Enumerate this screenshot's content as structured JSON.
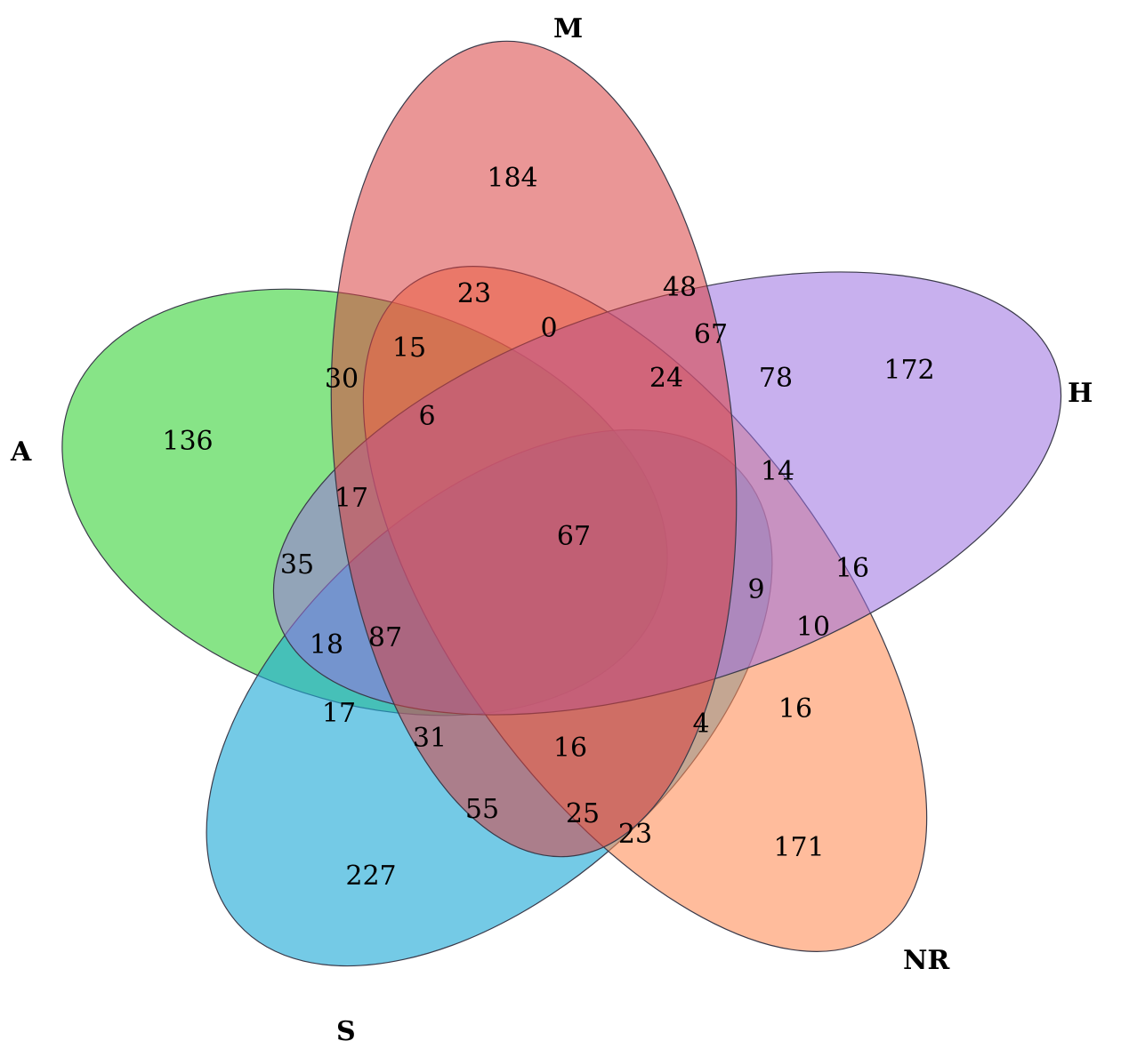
{
  "diagram": {
    "sets": [
      {
        "id": "M",
        "label": "M",
        "color": "#d94040"
      },
      {
        "id": "H",
        "label": "H",
        "color": "#9b70e0"
      },
      {
        "id": "NR",
        "label": "NR",
        "color": "#ff8c55"
      },
      {
        "id": "S",
        "label": "S",
        "color": "#1eaad6"
      },
      {
        "id": "A",
        "label": "A",
        "color": "#3ed43e"
      }
    ],
    "region_counts": {
      "M_only": "184",
      "H_only": "172",
      "NR_only": "171",
      "S_only": "227",
      "A_only": "136",
      "r_23a": "23",
      "r_48": "48",
      "r_0": "0",
      "r_67a": "67",
      "r_15": "15",
      "r_30": "30",
      "r_24": "24",
      "r_78": "78",
      "r_6": "6",
      "r_14": "14",
      "r_17a": "17",
      "r_67_center": "67",
      "r_35": "35",
      "r_16a": "16",
      "r_9": "9",
      "r_10": "10",
      "r_18": "18",
      "r_87": "87",
      "r_16b": "16",
      "r_17b": "17",
      "r_31": "31",
      "r_16c": "16",
      "r_4": "4",
      "r_55": "55",
      "r_25": "25",
      "r_23b": "23"
    }
  }
}
